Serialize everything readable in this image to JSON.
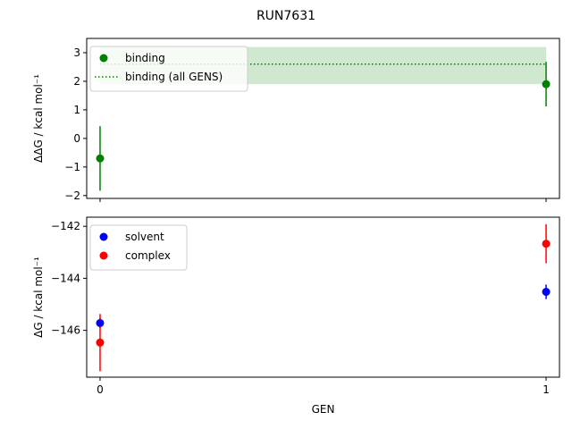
{
  "figure": {
    "title": "RUN7631"
  },
  "chart_data": [
    {
      "type": "scatter",
      "panel": "top",
      "title": "",
      "xlabel": "",
      "ylabel": "ΔΔG / kcal mol⁻¹",
      "xlim": [
        -0.03,
        1.03
      ],
      "ylim": [
        -2.1,
        3.5
      ],
      "x_ticks": [
        0,
        1
      ],
      "x_tick_labels_visible": false,
      "y_ticks": [
        -2,
        -1,
        0,
        1,
        2,
        3
      ],
      "y_tick_labels": [
        "−2",
        "−1",
        "0",
        "1",
        "2",
        "3"
      ],
      "grid": false,
      "legend_placement": "upper-left",
      "series": [
        {
          "name": "binding",
          "marker": "circle",
          "color": "#008000",
          "x": [
            0,
            1
          ],
          "y": [
            -0.7,
            1.9
          ],
          "yerr": [
            1.13,
            0.78
          ]
        }
      ],
      "reference": {
        "name": "binding (all GENS)",
        "style": "dotted",
        "color": "#008000",
        "band_color": "#cfe8cf",
        "value": 2.6,
        "band": [
          1.9,
          3.2
        ]
      }
    },
    {
      "type": "scatter",
      "panel": "bottom",
      "title": "",
      "xlabel": "GEN",
      "ylabel": "ΔG / kcal mol⁻¹",
      "xlim": [
        -0.03,
        1.03
      ],
      "ylim": [
        -147.8,
        -141.65
      ],
      "x_ticks": [
        0,
        1
      ],
      "x_tick_labels": [
        "0",
        "1"
      ],
      "y_ticks": [
        -146,
        -144,
        -142
      ],
      "y_tick_labels": [
        "−146",
        "−144",
        "−142"
      ],
      "grid": false,
      "legend_placement": "upper-left",
      "series": [
        {
          "name": "solvent",
          "marker": "circle",
          "color": "#0000ff",
          "x": [
            0,
            1
          ],
          "y": [
            -145.72,
            -144.52
          ],
          "yerr": [
            0.18,
            0.28
          ]
        },
        {
          "name": "complex",
          "marker": "circle",
          "color": "#ff0000",
          "x": [
            0,
            1
          ],
          "y": [
            -146.47,
            -142.67
          ],
          "yerr": [
            1.1,
            0.75
          ]
        }
      ]
    }
  ]
}
